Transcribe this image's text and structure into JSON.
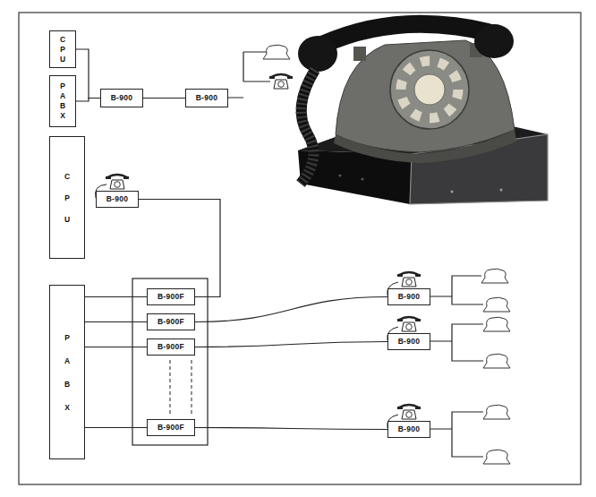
{
  "diagram": {
    "nodes": [
      {
        "text": [
          "CPU"
        ]
      },
      {
        "text": [
          "PABX"
        ]
      },
      {
        "text": [
          "B-900"
        ]
      },
      {
        "text": [
          "B-900"
        ]
      },
      {
        "text": [
          "CPU"
        ]
      },
      {
        "text": [
          "B-900"
        ]
      },
      {
        "text": [
          "PABX"
        ]
      },
      {
        "text": [
          "B-900F"
        ]
      },
      {
        "text": [
          "B-900F"
        ]
      },
      {
        "text": [
          "B-900F"
        ]
      },
      {
        "text": [
          "B-900F"
        ]
      },
      {
        "text": [
          "B-900"
        ]
      },
      {
        "text": [
          "B-900"
        ]
      },
      {
        "text": [
          "B-900"
        ]
      }
    ],
    "edges": [
      {
        "from": 0,
        "to": 2,
        "arrow": "none"
      },
      {
        "from": 1,
        "to": 2,
        "arrow": "none"
      },
      {
        "from": 2,
        "to": 3,
        "arrow": "none"
      },
      {
        "from": 5,
        "to": 7,
        "arrow": "none"
      },
      {
        "from": 6,
        "to": 7,
        "arrow": "none"
      },
      {
        "from": 6,
        "to": 8,
        "arrow": "none"
      },
      {
        "from": 6,
        "to": 9,
        "arrow": "none"
      },
      {
        "from": 6,
        "to": 10,
        "arrow": "none"
      },
      {
        "from": 8,
        "to": 11,
        "arrow": "none"
      },
      {
        "from": 9,
        "to": 12,
        "arrow": "none"
      },
      {
        "from": 10,
        "to": 13,
        "arrow": "none"
      }
    ]
  }
}
